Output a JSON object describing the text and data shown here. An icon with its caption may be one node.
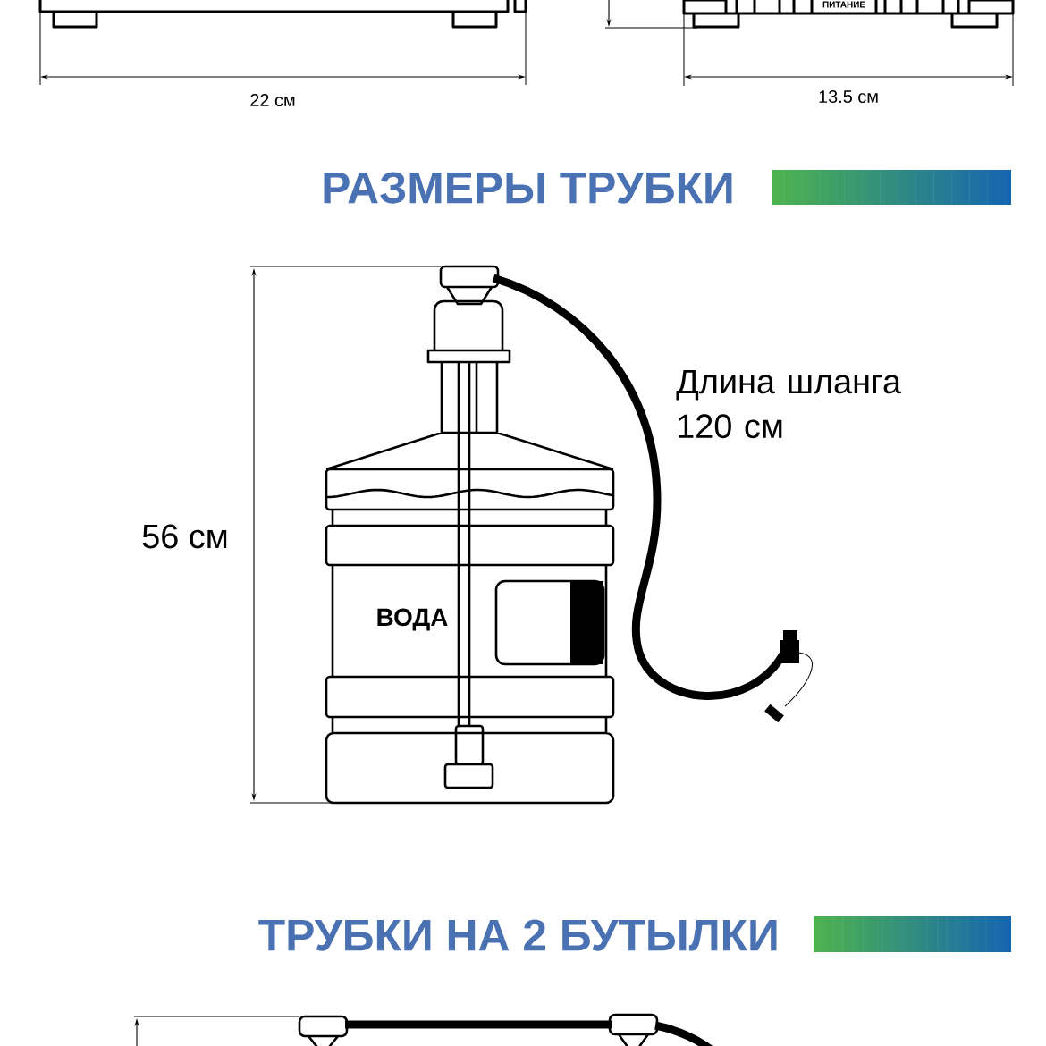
{
  "diagram": {
    "labels": [
      "ПИТАНИЕ",
      "22 см",
      "13.5 см",
      "РАЗМЕРЫ ТРУБКИ",
      "Длина шланга 120 см",
      "56 см",
      "ВОДА",
      "ТРУБКИ НА 2 БУТЫЛКИ"
    ]
  }
}
